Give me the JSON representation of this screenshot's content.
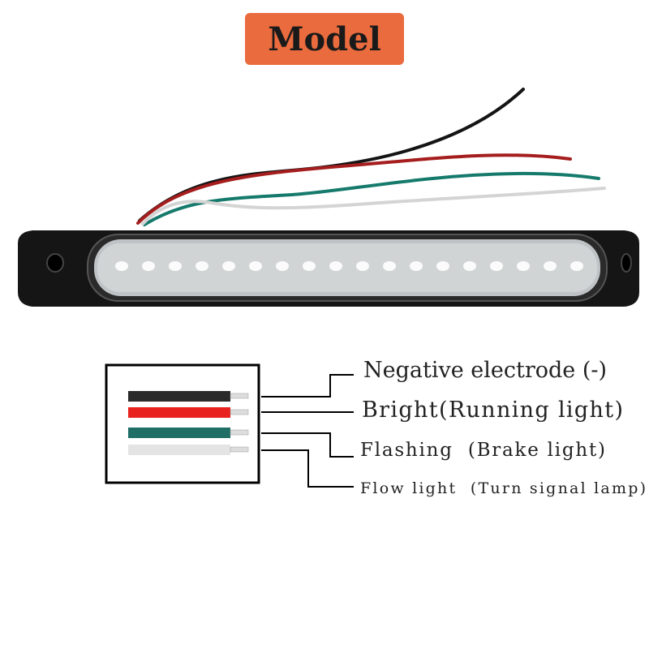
{
  "title": "Model",
  "colors": {
    "badge": "#EA6B3D",
    "wire_black": "#1c1c1c",
    "wire_red": "#e8231f",
    "wire_green": "#1f6f66",
    "wire_white": "#e6e6e6"
  },
  "wires": [
    {
      "color": "black",
      "label": "Negative electrode (-)"
    },
    {
      "color": "red",
      "label": "Bright(Running light)"
    },
    {
      "color": "green",
      "label": "Flashing  (Brake light)"
    },
    {
      "color": "white",
      "label": "Flow light  (Turn signal lamp)"
    }
  ]
}
